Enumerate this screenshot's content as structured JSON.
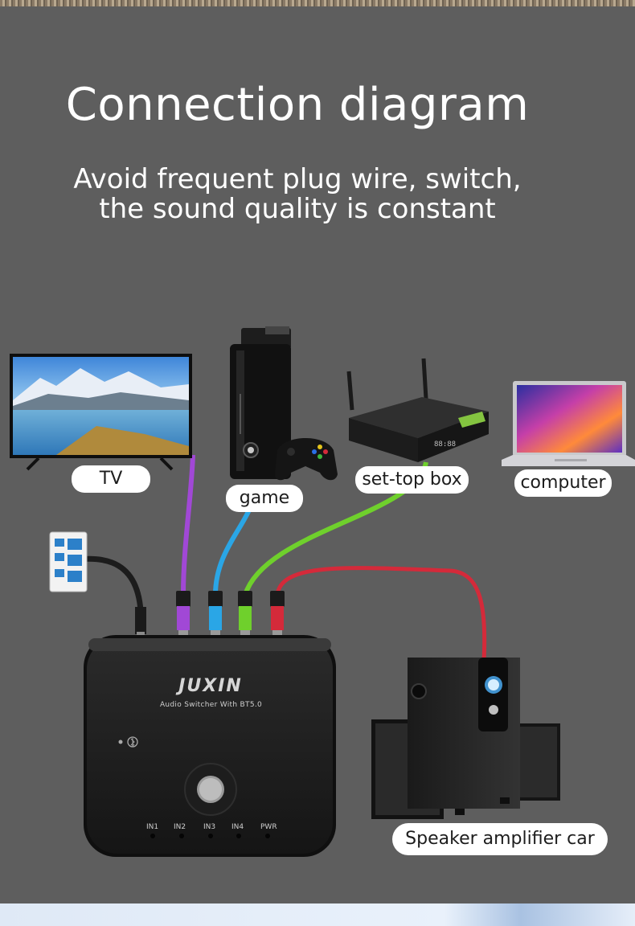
{
  "title": "Connection diagram",
  "subtitle_line1": "Avoid frequent plug wire, switch,",
  "subtitle_line2": "the sound quality is constant",
  "devices": {
    "tv": "TV",
    "game": "game",
    "settop": "set-top box",
    "computer": "computer",
    "speaker": "Speaker amplifier car"
  },
  "switcher": {
    "brand": "JUXIN",
    "model": "Audio Switcher With BT5.0",
    "ports": [
      "IN1",
      "IN2",
      "IN3",
      "IN4",
      "PWR"
    ]
  },
  "cable_colors": {
    "in1": "#a148d6",
    "in2": "#2aa6e6",
    "in3": "#6fd02c",
    "in4": "#d42a3a",
    "power": "#1c1c1c"
  },
  "icons": [
    "tv-icon",
    "game-console-icon",
    "gamepad-icon",
    "router-icon",
    "laptop-icon",
    "power-socket-icon",
    "speaker-icon",
    "bluetooth-icon"
  ]
}
